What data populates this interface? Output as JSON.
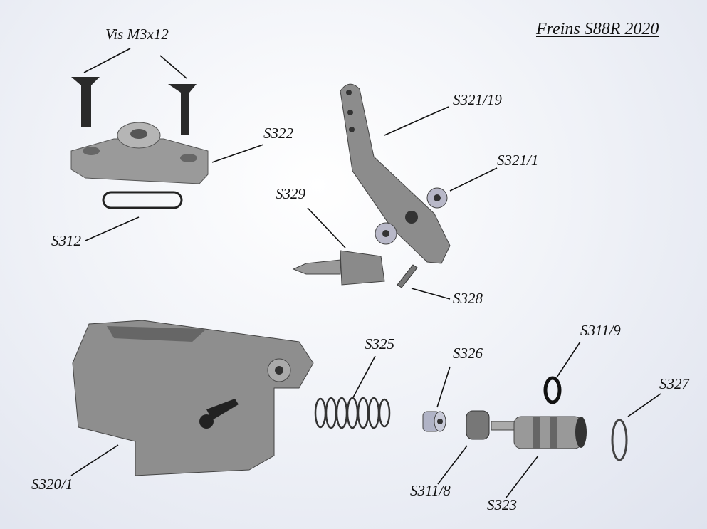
{
  "title": "Freins S88R 2020",
  "labels": {
    "screws": "Vis M3x12",
    "s322": "S322",
    "s312": "S312",
    "s321_19": "S321/19",
    "s321_1": "S321/1",
    "s329": "S329",
    "s328": "S328",
    "s325": "S325",
    "s326": "S326",
    "s311_9": "S311/9",
    "s327": "S327",
    "s320_1": "S320/1",
    "s311_8": "S311/8",
    "s323": "S323"
  }
}
